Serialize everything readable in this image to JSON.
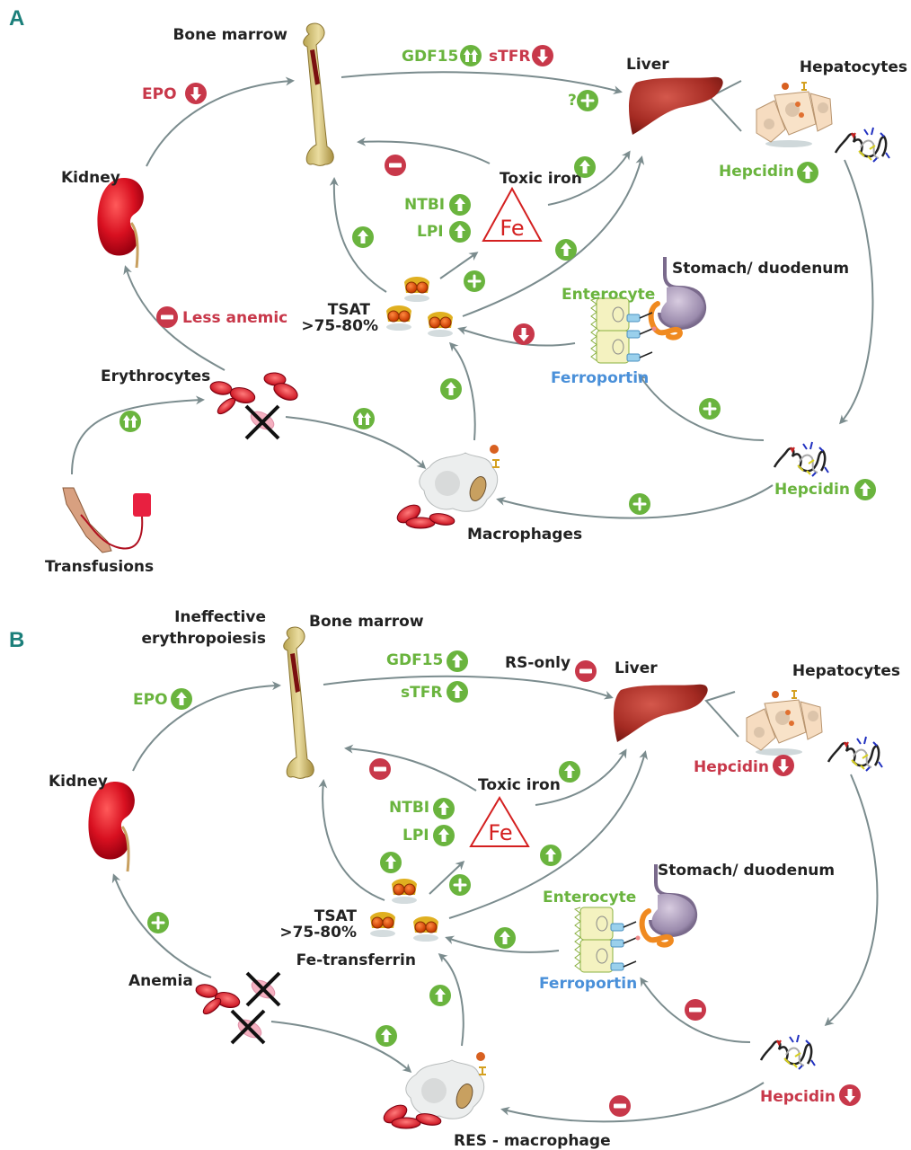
{
  "colors": {
    "green": "#6ab43e",
    "red": "#c8384a",
    "blue": "#4a90d9",
    "dark": "#222222",
    "teal": "#1b7f7a",
    "arrow": "#7b8c8e",
    "fe_red": "#d42020"
  },
  "panels": [
    {
      "letter": "A",
      "labels": {
        "bone_marrow": "Bone marrow",
        "kidney": "Kidney",
        "liver": "Liver",
        "hepatocytes": "Hepatocytes",
        "toxic_iron": "Toxic iron",
        "fe": "Fe",
        "tsat_1": "TSAT",
        "tsat_2": ">75-80%",
        "stomach": "Stomach/ duodenum",
        "enterocyte": "Enterocyte",
        "ferroportin": "Ferroportin",
        "erythrocytes": "Erythrocytes",
        "transfusions": "Transfusions",
        "macrophages": "Macrophages",
        "epo": "EPO",
        "gdf15": "GDF15",
        "stfr": "sTFR",
        "question": "?",
        "ntbi": "NTBI",
        "lpi": "LPI",
        "hepcidin_top": "Hepcidin",
        "hepcidin_bottom": "Hepcidin",
        "less_anemic": "Less anemic"
      },
      "badges": {
        "epo": "down",
        "gdf15": "double-up",
        "stfr": "down",
        "liver_question": "plus",
        "marrow_inhibit": "minus",
        "toxic_iron_to_liver": "up",
        "ntbi": "up",
        "lpi": "up",
        "tsat_to_marrow": "up",
        "tsat_to_toxic": "plus",
        "tsat_to_liver": "up",
        "enterocyte_to_tsat": "down",
        "macrophage_to_tsat": "up",
        "hepcidin_top": "up",
        "less_anemic": "minus",
        "transfusions": "double-up",
        "erythrocytes_to_macrophage": "double-up",
        "hepcidin_to_ferroportin": "plus",
        "hepcidin_to_macrophage": "plus",
        "hepcidin_bottom": "up"
      }
    },
    {
      "letter": "B",
      "labels": {
        "ineffective_1": "Ineffective",
        "ineffective_2": "erythropoiesis",
        "bone_marrow": "Bone marrow",
        "kidney": "Kidney",
        "liver": "Liver",
        "hepatocytes": "Hepatocytes",
        "rs_only": "RS-only",
        "toxic_iron": "Toxic iron",
        "fe": "Fe",
        "tsat_1": "TSAT",
        "tsat_2": ">75-80%",
        "fe_transferrin": "Fe-transferrin",
        "stomach": "Stomach/ duodenum",
        "enterocyte": "Enterocyte",
        "ferroportin": "Ferroportin",
        "anemia": "Anemia",
        "res_macrophage": "RES - macrophage",
        "epo": "EPO",
        "gdf15": "GDF15",
        "stfr": "sTFR",
        "ntbi": "NTBI",
        "lpi": "LPI",
        "hepcidin_top": "Hepcidin",
        "hepcidin_bottom": "Hepcidin"
      },
      "badges": {
        "epo": "up",
        "gdf15": "up",
        "stfr": "up",
        "rs_only": "minus",
        "marrow_inhibit": "minus",
        "toxic_iron_to_liver": "up",
        "ntbi": "up",
        "lpi": "up",
        "tsat_to_marrow": "up",
        "tsat_to_toxic": "plus",
        "tsat_to_liver": "up",
        "enterocyte_to_tsat": "up",
        "macrophage_to_tsat": "up",
        "hepcidin_top": "down",
        "anemia_to_kidney": "plus",
        "anemia_to_macrophage": "up",
        "hepcidin_to_ferroportin": "minus",
        "hepcidin_to_macrophage": "minus",
        "hepcidin_bottom": "down"
      }
    }
  ]
}
